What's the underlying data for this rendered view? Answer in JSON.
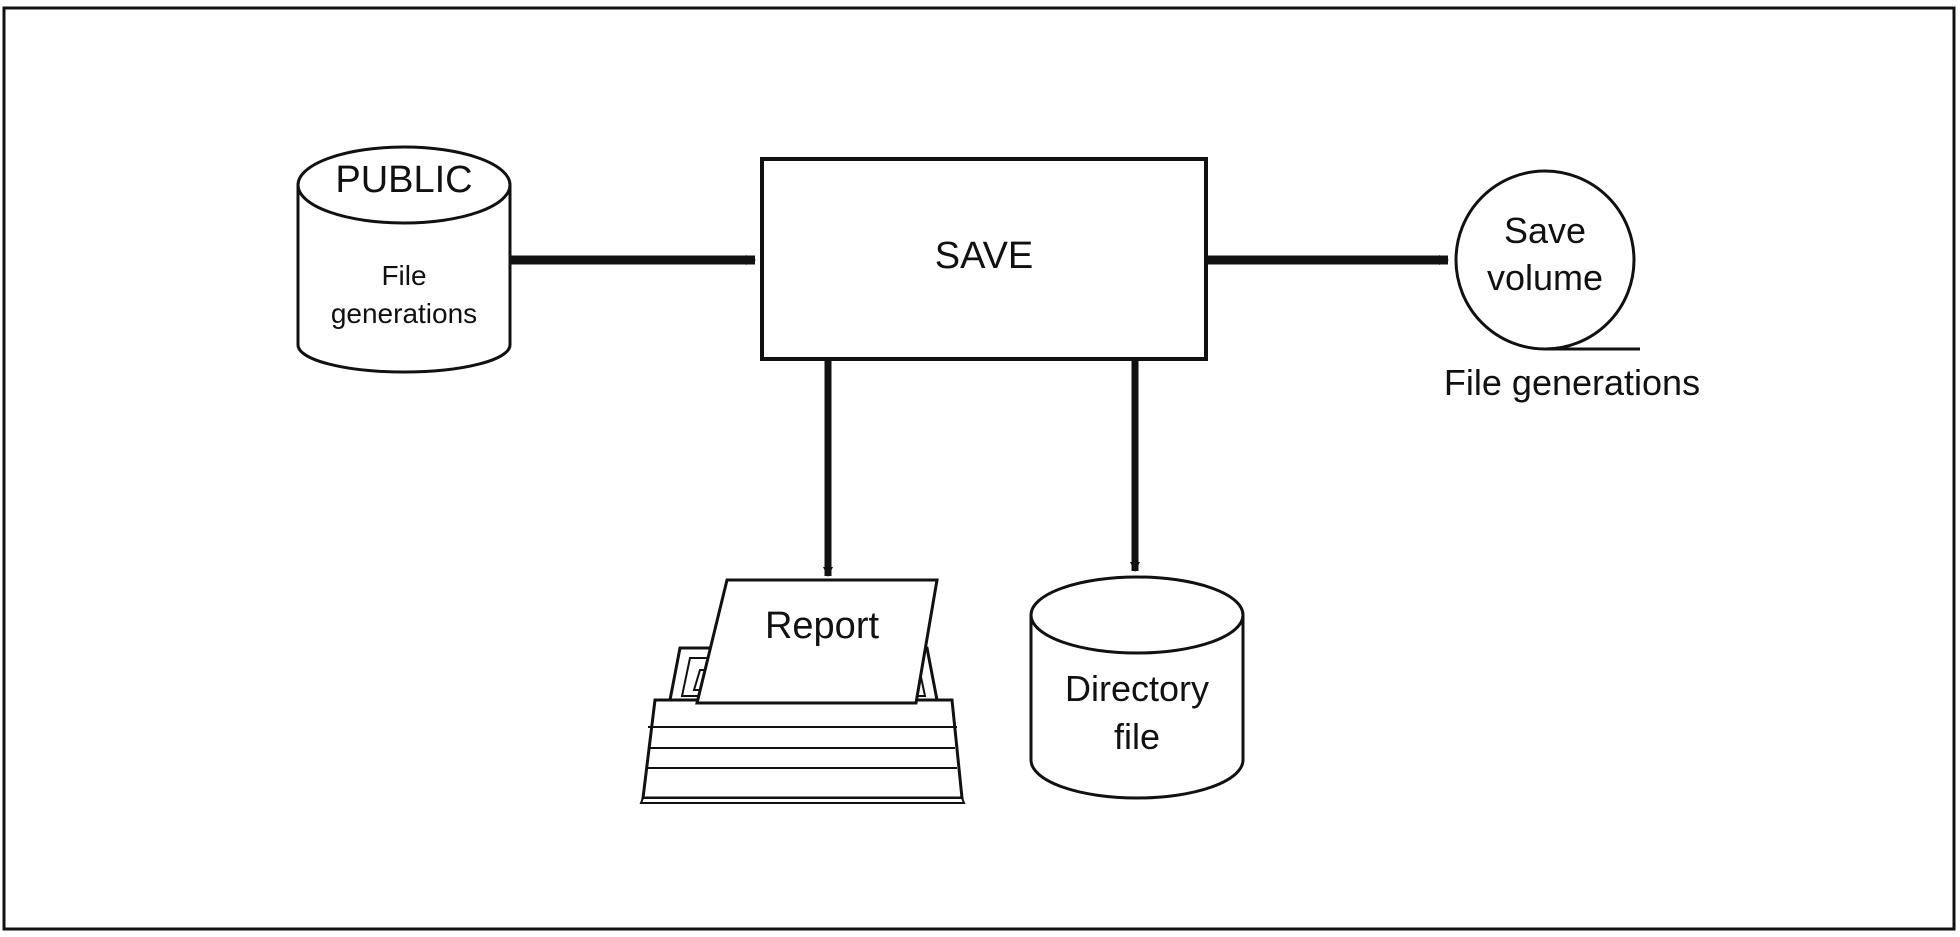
{
  "diagram": {
    "colors": {
      "stroke": "#111111",
      "background": "#ffffff"
    },
    "public_store": {
      "title": "PUBLIC",
      "line1": "File",
      "line2": "generations"
    },
    "save_process": {
      "label": "SAVE"
    },
    "save_volume": {
      "line1": "Save",
      "line2": "volume",
      "caption": "File generations"
    },
    "report": {
      "label": "Report"
    },
    "directory_file": {
      "line1": "Directory",
      "line2": "file"
    }
  }
}
